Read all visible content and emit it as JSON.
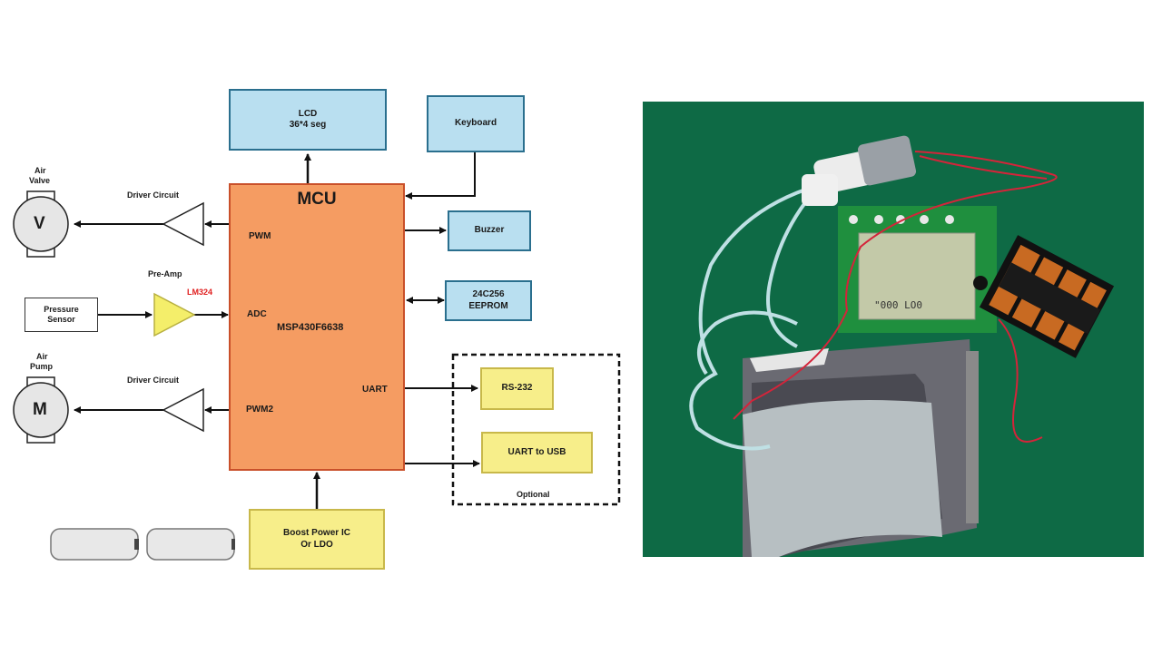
{
  "diagram": {
    "mcu": {
      "title": "MCU",
      "pins": {
        "pwm": "PWM",
        "adc": "ADC",
        "part": "MSP430F6638",
        "pwm2": "PWM2",
        "uart": "UART"
      }
    },
    "blocks": {
      "lcd": {
        "line1": "LCD",
        "line2": "36*4 seg"
      },
      "keyboard": "Keyboard",
      "buzzer": "Buzzer",
      "eeprom": {
        "line1": "24C256",
        "line2": "EEPROM"
      },
      "rs232": "RS-232",
      "uart_usb": "UART to USB",
      "optional": "Optional",
      "power": {
        "line1": "Boost Power IC",
        "line2": "Or LDO"
      },
      "pressure_sensor": {
        "line1": "Pressure",
        "line2": "Sensor"
      }
    },
    "actuators": {
      "valve": {
        "label1": "Air",
        "label2": "Valve",
        "symbol": "V"
      },
      "pump": {
        "label1": "Air",
        "label2": "Pump",
        "symbol": "M"
      }
    },
    "labels": {
      "driver1": "Driver Circuit",
      "driver2": "Driver Circuit",
      "preamp": "Pre-Amp",
      "opamp": "LM324"
    },
    "colors": {
      "mcu": "#f59c62",
      "peripheral": "#b9dff0",
      "optional": "#f7ee8a",
      "opamp_label": "#e02020",
      "photo_bg": "#0e6a45"
    }
  },
  "photo": {
    "description": "Prototype blood pressure monitor: air pump, tubing, PCB with LCD, AA battery pack, arm cuff",
    "lcd_readout": "\"000  LO0"
  }
}
